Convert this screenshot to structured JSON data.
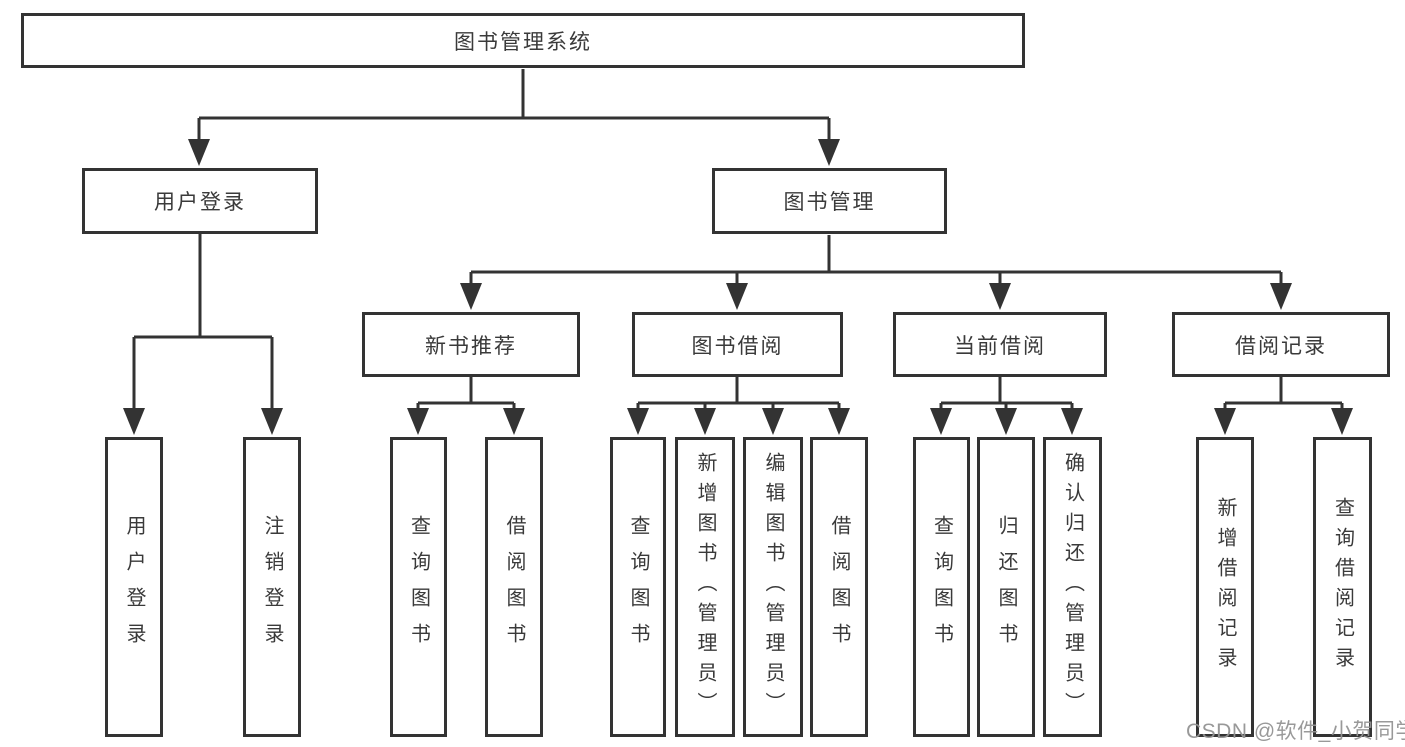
{
  "tree": {
    "label": "图书管理系统",
    "children": [
      {
        "label": "用户登录",
        "children": [
          {
            "label": "用户登录"
          },
          {
            "label": "注销登录"
          }
        ]
      },
      {
        "label": "图书管理",
        "children": [
          {
            "label": "新书推荐",
            "children": [
              {
                "label": "查询图书"
              },
              {
                "label": "借阅图书"
              }
            ]
          },
          {
            "label": "图书借阅",
            "children": [
              {
                "label": "查询图书"
              },
              {
                "label": "新增图书（管理员）"
              },
              {
                "label": "编辑图书（管理员）"
              },
              {
                "label": "借阅图书"
              }
            ]
          },
          {
            "label": "当前借阅",
            "children": [
              {
                "label": "查询图书"
              },
              {
                "label": "归还图书"
              },
              {
                "label": "确认归还（管理员）"
              }
            ]
          },
          {
            "label": "借阅记录",
            "children": [
              {
                "label": "新增借阅记录"
              },
              {
                "label": "查询借阅记录"
              }
            ]
          }
        ]
      }
    ]
  },
  "watermark": "CSDN @软件_小贺同学",
  "colors": {
    "line": "#333333",
    "text": "#3a3a3a",
    "watermark": "#949494",
    "background": "#ffffff"
  }
}
